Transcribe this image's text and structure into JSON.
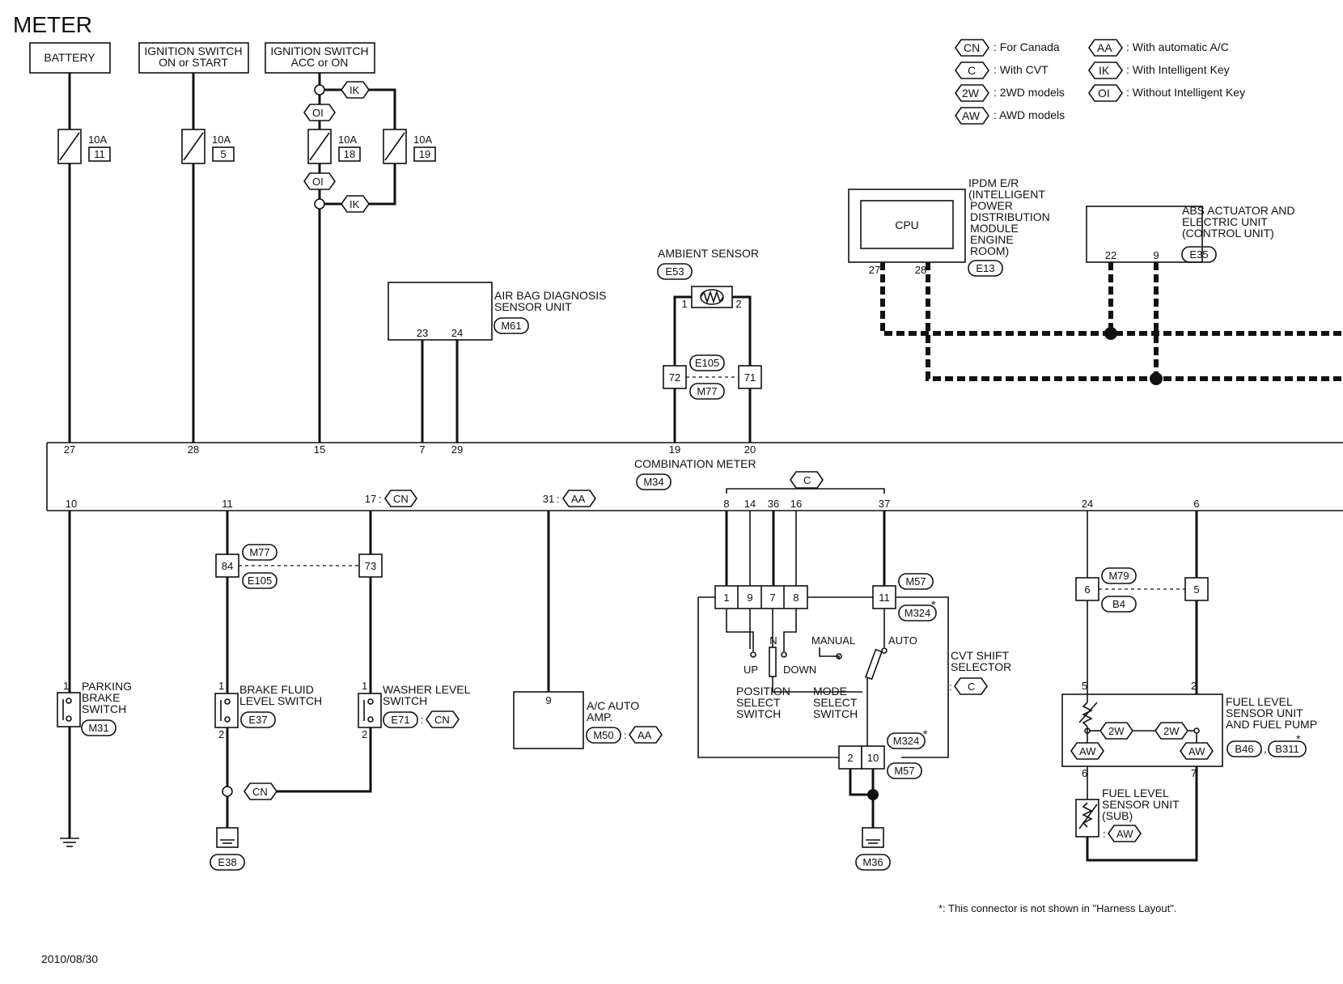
{
  "title": "METER",
  "date": "2010/08/30",
  "footnote": "*: This connector is not shown in \"Harness Layout\".",
  "legend": [
    {
      "code": "CN",
      "text": ": For Canada"
    },
    {
      "code": "C",
      "text": ": With CVT"
    },
    {
      "code": "2W",
      "text": ": 2WD models"
    },
    {
      "code": "AW",
      "text": ": AWD models"
    },
    {
      "code": "AA",
      "text": ": With automatic A/C"
    },
    {
      "code": "IK",
      "text": ": With Intelligent Key"
    },
    {
      "code": "OI",
      "text": ": Without Intelligent Key"
    }
  ],
  "power": {
    "battery": "BATTERY",
    "ign_on_start": [
      "IGNITION SWITCH",
      "ON or START"
    ],
    "ign_acc_on": [
      "IGNITION SWITCH",
      "ACC or ON"
    ]
  },
  "fuses": [
    {
      "amp": "10A",
      "num": "11"
    },
    {
      "amp": "10A",
      "num": "5"
    },
    {
      "amp": "10A",
      "num": "18"
    },
    {
      "amp": "10A",
      "num": "19"
    }
  ],
  "tags": {
    "ik": "IK",
    "oi": "OI",
    "cn": "CN",
    "aa": "AA",
    "c": "C",
    "w2": "2W",
    "aw": "AW",
    "star": "*"
  },
  "combination_meter": {
    "label": "COMBINATION METER",
    "connector": "M34",
    "top_pins": [
      "27",
      "28",
      "15",
      "7",
      "29",
      "19",
      "20"
    ],
    "bottom_pins": [
      "10",
      "11",
      "17",
      "31",
      "8",
      "14",
      "36",
      "16",
      "37",
      "24",
      "6"
    ]
  },
  "airbag": {
    "label": [
      "AIR BAG DIAGNOSIS",
      "SENSOR UNIT"
    ],
    "connector": "M61",
    "pins": [
      "23",
      "24"
    ]
  },
  "ambient": {
    "label": "AMBIENT SENSOR",
    "connector": "E53",
    "pins": [
      "1",
      "2"
    ],
    "joint_a": "72",
    "joint_b": "71",
    "conn_top": "E105",
    "conn_bot": "M77"
  },
  "ipdm": {
    "label": [
      "IPDM E/R",
      "(INTELLIGENT",
      "POWER",
      "DISTRIBUTION",
      "MODULE",
      "ENGINE",
      "ROOM)"
    ],
    "cpu": "CPU",
    "connector": "E13",
    "pins": [
      "27",
      "28"
    ]
  },
  "abs": {
    "label": [
      "ABS ACTUATOR AND",
      "ELECTRIC UNIT",
      "(CONTROL UNIT)"
    ],
    "connector": "E35",
    "pins": [
      "22",
      "9"
    ]
  },
  "parking": {
    "label": [
      "PARKING",
      "BRAKE",
      "SWITCH"
    ],
    "connector": "M31",
    "pin": "1"
  },
  "brake_fluid": {
    "label": [
      "BRAKE FLUID",
      "LEVEL SWITCH"
    ],
    "connector": "E37",
    "pins": [
      "1",
      "2"
    ],
    "joint_a": "84",
    "joint_b": "73",
    "conn_top": "M77",
    "conn_bot": "E105"
  },
  "washer": {
    "label": [
      "WASHER LEVEL",
      "SWITCH"
    ],
    "connector": "E71",
    "pins": [
      "1",
      "2"
    ]
  },
  "ground_left": "E38",
  "ac_amp": {
    "label": [
      "A/C AUTO",
      "AMP."
    ],
    "connector": "M50",
    "pin": "9"
  },
  "cvt": {
    "label": [
      "CVT SHIFT",
      "SELECTOR"
    ],
    "connector_top": "M57",
    "connector_top2": "M324",
    "connector_bot": "M324",
    "connector_bot2": "M57",
    "pins_top": [
      "1",
      "9",
      "7",
      "8",
      "11"
    ],
    "pins_bot": [
      "2",
      "10"
    ],
    "up": "UP",
    "n": "N",
    "down": "DOWN",
    "manual": "MANUAL",
    "auto": "AUTO",
    "pos_switch": [
      "POSITION",
      "SELECT",
      "SWITCH"
    ],
    "mode_switch": [
      "MODE",
      "SELECT",
      "SWITCH"
    ]
  },
  "ground_mid": "M36",
  "fuel": {
    "label": [
      "FUEL LEVEL",
      "SENSOR UNIT",
      "AND FUEL PUMP"
    ],
    "conn_a": "B46",
    "conn_b": "B311",
    "joint_a": "6",
    "joint_b": "5",
    "conn_top": "M79",
    "conn_bot": "B4",
    "pins": [
      "5",
      "2",
      "6",
      "7"
    ],
    "sub_label": [
      "FUEL LEVEL",
      "SENSOR UNIT",
      "(SUB)"
    ]
  }
}
